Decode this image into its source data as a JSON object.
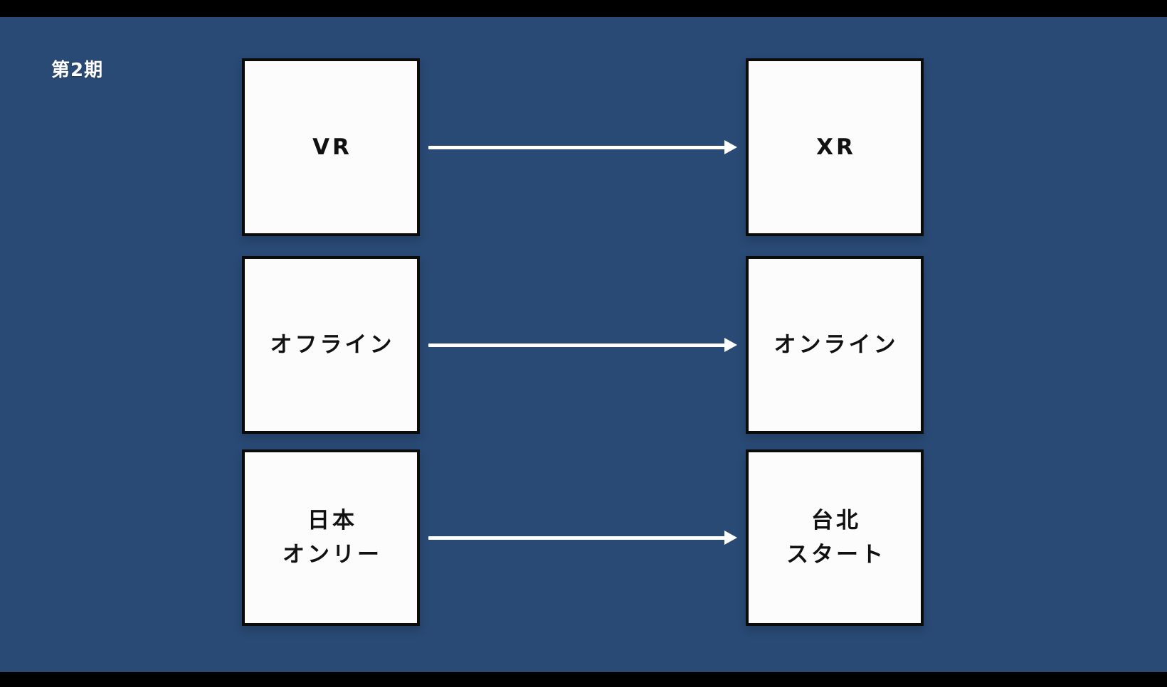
{
  "stage": {
    "background_color": "#294A75",
    "letterbox_color": "#000000"
  },
  "header": {
    "phase_label": "第2期"
  },
  "diagram": {
    "type": "before-after flow",
    "arrow_color": "#FFFFFF",
    "box_fill": "#FCFCFC",
    "box_border": "#0B0B0B",
    "rows": [
      {
        "from": "VR",
        "to": "XR"
      },
      {
        "from": "オフライン",
        "to": "オンライン"
      },
      {
        "from": "日本\nオンリー",
        "to": "台北\nスタート"
      }
    ]
  }
}
